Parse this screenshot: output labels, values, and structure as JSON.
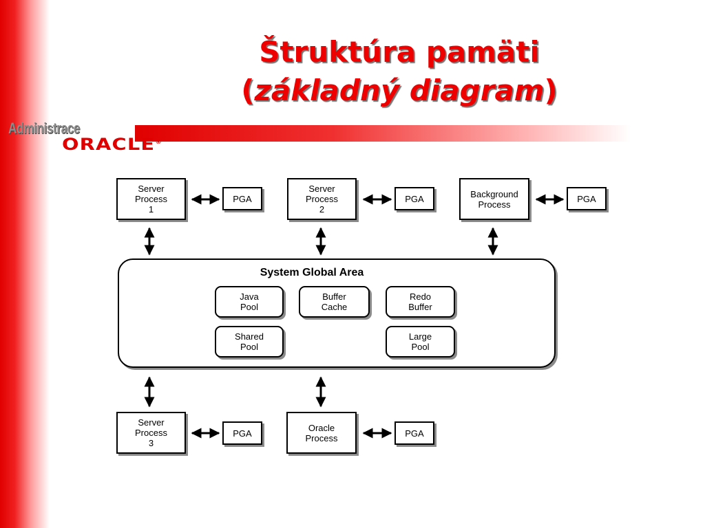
{
  "slide": {
    "title_line1": "Štruktúra pamäti",
    "title_open_paren": "(",
    "title_italic": "základný diagram",
    "title_close_paren": ")",
    "brand_text": "Administrace",
    "logo_text": "ORACLE",
    "accent_color": "#e00000"
  },
  "diagram": {
    "top_processes": [
      {
        "label": "Server\nProcess\n1",
        "pga": "PGA"
      },
      {
        "label": "Server\nProcess\n2",
        "pga": "PGA"
      },
      {
        "label": "Background\nProcess",
        "pga": "PGA"
      }
    ],
    "sga": {
      "title": "System Global Area",
      "components": [
        "Java\nPool",
        "Buffer\nCache",
        "Redo\nBuffer",
        "Shared\nPool",
        "Large\nPool"
      ]
    },
    "bottom_processes": [
      {
        "label": "Server\nProcess\n3",
        "pga": "PGA"
      },
      {
        "label": "Oracle\nProcess",
        "pga": "PGA"
      }
    ]
  }
}
